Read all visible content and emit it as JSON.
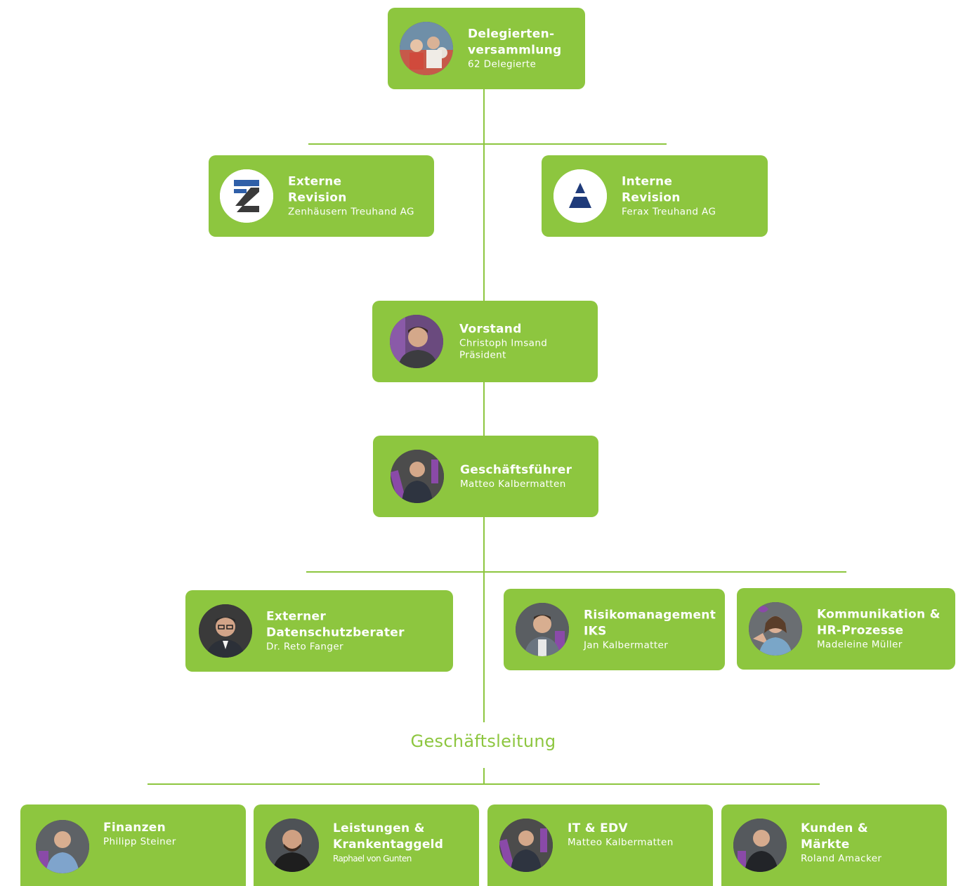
{
  "colors": {
    "accent": "#8dc63f",
    "card_text": "#ffffff"
  },
  "delegates": {
    "title_line1": "Delegierten-",
    "title_line2": "versammlung",
    "subtitle": "62 Delegierte"
  },
  "external_audit": {
    "title_line1": "Externe",
    "title_line2": "Revision",
    "subtitle": "Zenhäusern Treuhand AG"
  },
  "internal_audit": {
    "title_line1": "Interne",
    "title_line2": "Revision",
    "subtitle": "Ferax Treuhand AG"
  },
  "board": {
    "title": "Vorstand",
    "name": "Christoph Imsand",
    "role": "Präsident"
  },
  "ceo": {
    "title": "Geschäftsführer",
    "name": "Matteo Kalbermatten"
  },
  "data_protection": {
    "title_line1": "Externer",
    "title_line2": "Datenschutzberater",
    "name": "Dr. Reto Fanger"
  },
  "risk": {
    "title_line1": "Risikomanagement",
    "title_line2": "IKS",
    "name": "Jan Kalbermatter"
  },
  "communication": {
    "title_line1": "Kommunikation &",
    "title_line2": "HR-Prozesse",
    "name": "Madeleine Müller"
  },
  "management_heading": "Geschäftsleitung",
  "finance": {
    "title": "Finanzen",
    "name": "Philipp Steiner"
  },
  "benefits": {
    "title_line1": "Leistungen &",
    "title_line2": "Krankentaggeld",
    "name": "Raphael von Gunten"
  },
  "it": {
    "title": "IT & EDV",
    "name": "Matteo Kalbermatten"
  },
  "markets": {
    "title_line1": "Kunden &",
    "title_line2": "Märkte",
    "name": "Roland Amacker"
  }
}
